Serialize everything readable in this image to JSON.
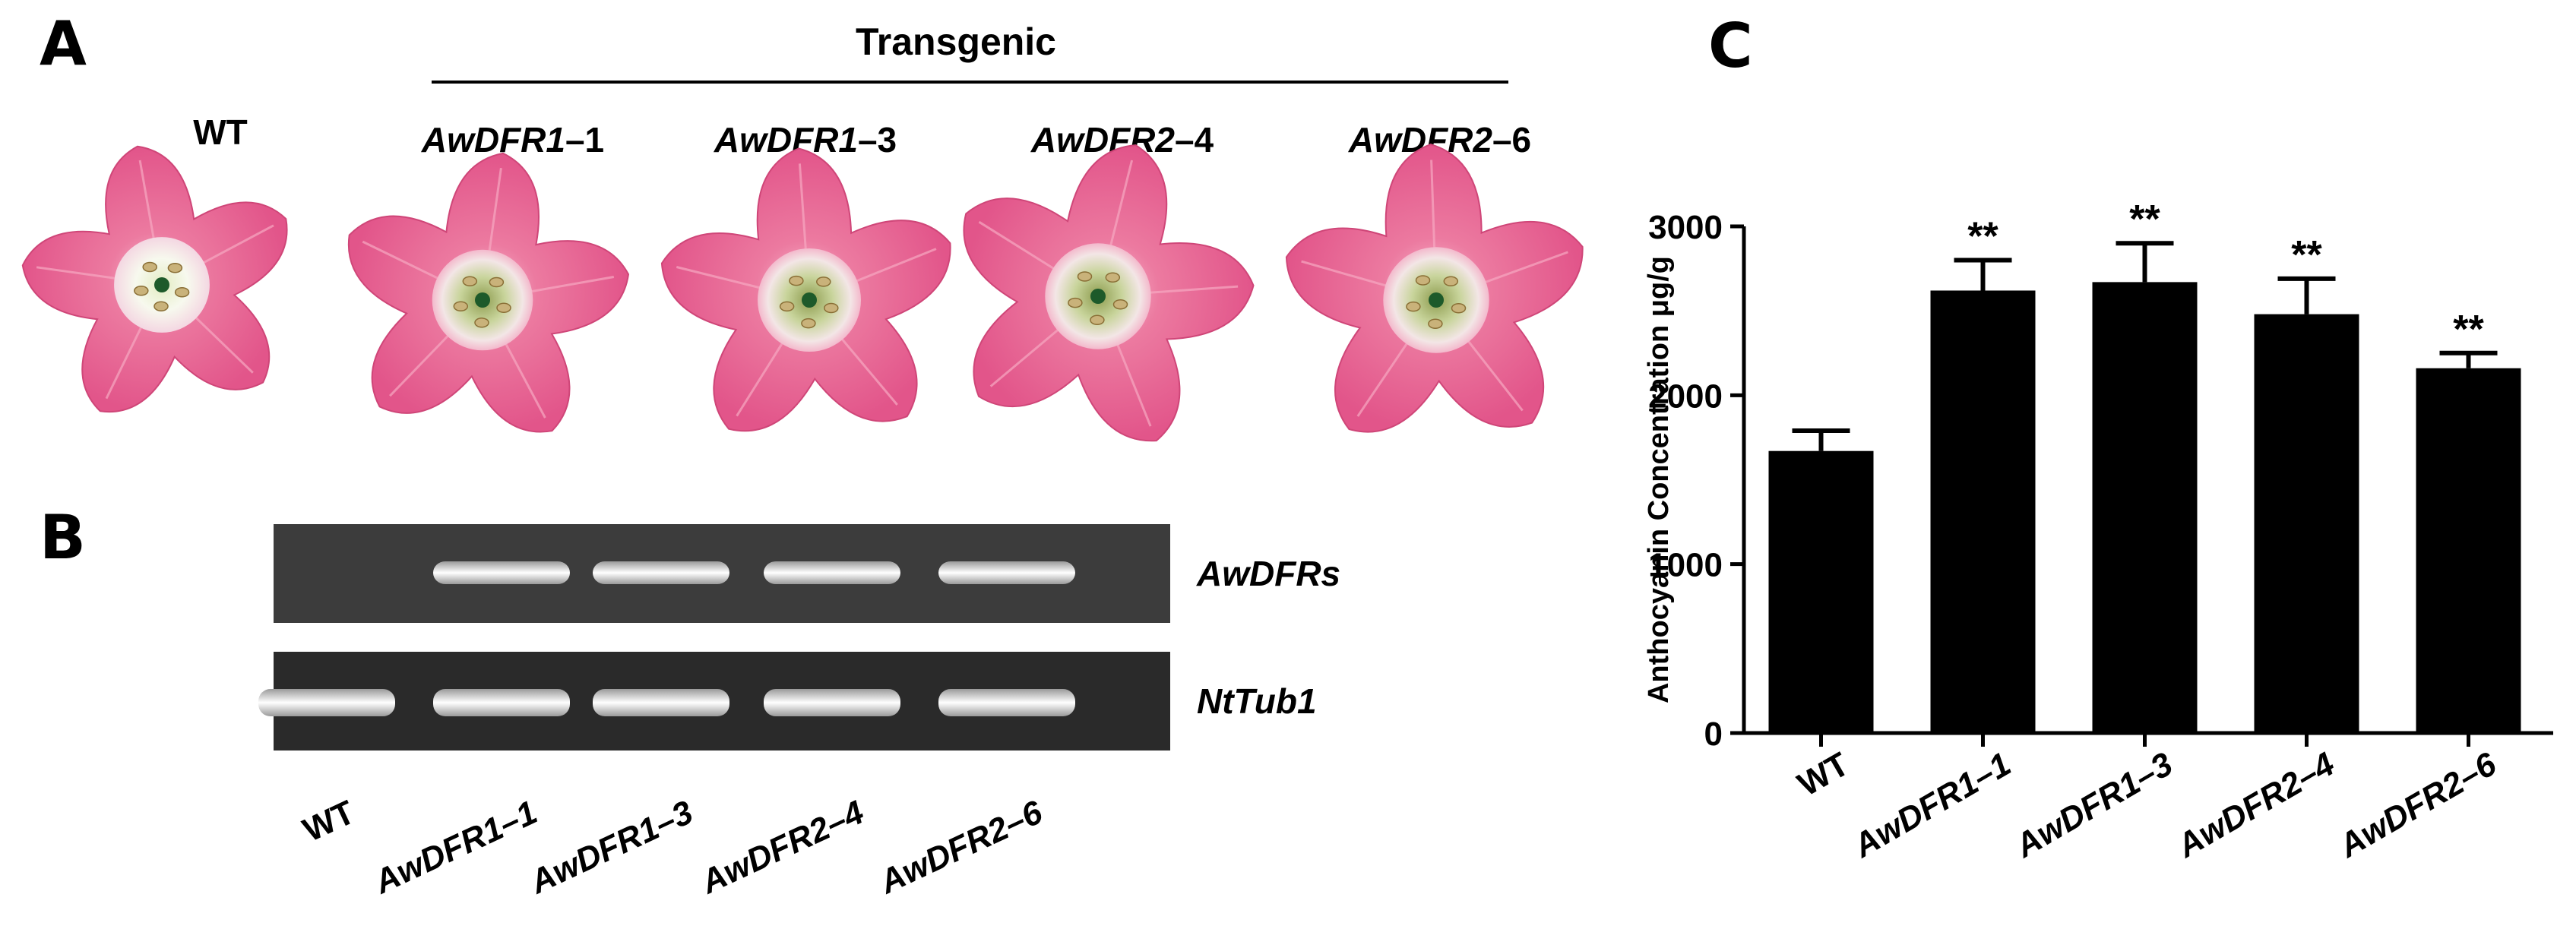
{
  "panels": {
    "a": {
      "letter": "A",
      "group_label": "Transgenic",
      "samples": [
        {
          "gene": "",
          "suffix": "WT"
        },
        {
          "gene": "AwDFR1",
          "suffix": "–1"
        },
        {
          "gene": "AwDFR1",
          "suffix": "–3"
        },
        {
          "gene": "AwDFR2",
          "suffix": "–4"
        },
        {
          "gene": "AwDFR2",
          "suffix": "–6"
        }
      ]
    },
    "b": {
      "letter": "B",
      "gel_rows": [
        {
          "label": "AwDFRs",
          "bands": [
            false,
            true,
            true,
            true,
            true
          ]
        },
        {
          "label": "NtTub1",
          "bands": [
            true,
            true,
            true,
            true,
            true
          ]
        }
      ],
      "lanes": [
        "WT",
        "AwDFR1–1",
        "AwDFR1–3",
        "AwDFR2–4",
        "AwDFR2–6"
      ]
    },
    "c": {
      "letter": "C"
    }
  },
  "chart_data": {
    "type": "bar",
    "categories": [
      "WT",
      "AwDFR1–1",
      "AwDFR1–3",
      "AwDFR2–4",
      "AwDFR2–6"
    ],
    "values": [
      1670,
      2620,
      2670,
      2480,
      2160
    ],
    "errors": [
      120,
      180,
      230,
      210,
      90
    ],
    "significance": [
      "",
      "**",
      "**",
      "**",
      "**"
    ],
    "title": "",
    "xlabel": "",
    "ylabel": "Anthocyanin Concentration μg/g",
    "ylim": [
      0,
      3000
    ],
    "yticks": [
      "0",
      "1000",
      "2000",
      "3000"
    ],
    "bar_color": "#000000",
    "grid": false,
    "legend": "none"
  },
  "colors": {
    "petal": "#e9638f",
    "petal_dark": "#cf4678",
    "petal_light": "#f7a9c2",
    "throat_wt": "#f2f6e4",
    "throat_tg": "#b9c98a",
    "gel_bg": "#3a3a3a",
    "band": "#ffffff"
  }
}
